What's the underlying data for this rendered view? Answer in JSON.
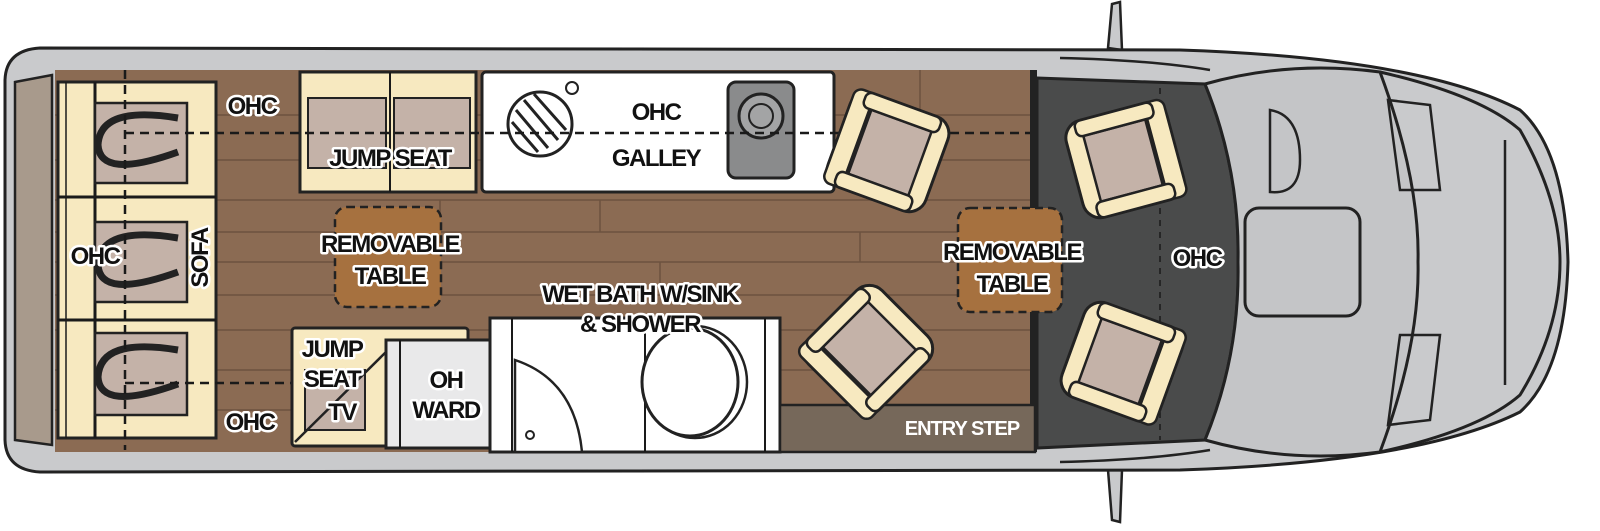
{
  "floorplan": {
    "labels": {
      "ohc_rear_top": "OHC",
      "jump_seat_top": "JUMP SEAT",
      "galley_ohc": "OHC",
      "galley": "GALLEY",
      "ohc_rear_mid": "OHC",
      "sofa": "SOFA",
      "table_rear_1": "REMOVABLE",
      "table_rear_2": "TABLE",
      "wet_bath_1": "WET BATH W/SINK",
      "wet_bath_2": "& SHOWER",
      "jump_seat_bottom_1": "JUMP",
      "jump_seat_bottom_2": "SEAT",
      "tv": "TV",
      "oh_ward_1": "OH",
      "oh_ward_2": "WARD",
      "ohc_rear_bottom": "OHC",
      "entry_step": "ENTRY STEP",
      "table_front_1": "REMOVABLE",
      "table_front_2": "TABLE",
      "ohc_cab": "OHC"
    },
    "colors": {
      "floor": "#8b6b53",
      "cushion": "#f7e9c0",
      "seat": "#c4b2a8",
      "table": "#a6713f",
      "body": "#c9cacc",
      "cab_floor": "#4a4b4b",
      "entry_step": "#76685a"
    }
  }
}
